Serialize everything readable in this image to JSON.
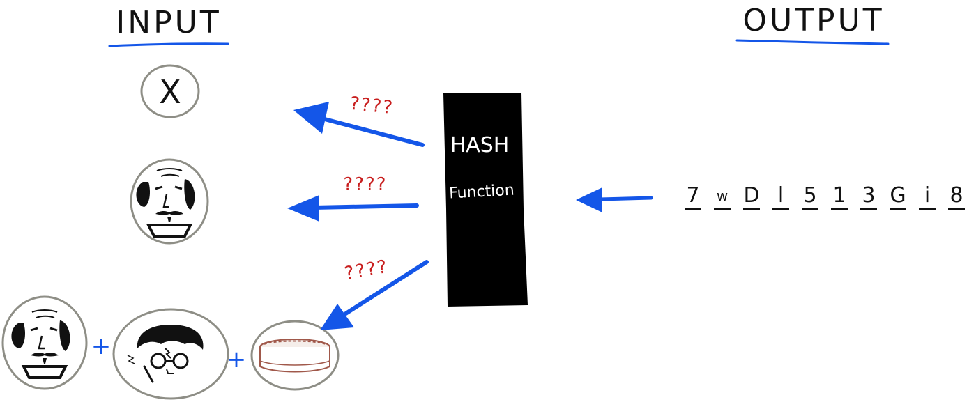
{
  "headings": {
    "input": "INPUT",
    "output": "OUTPUT"
  },
  "hash_box": {
    "line1": "HASH",
    "line2": "Function"
  },
  "question_marks": [
    "????",
    "????",
    "????"
  ],
  "plus_signs": [
    "+",
    "+"
  ],
  "output_chars": [
    "7",
    "w",
    "D",
    "l",
    "5",
    "1",
    "3",
    "G",
    "i",
    "8"
  ],
  "input_items": [
    {
      "kind": "letter",
      "text": "X"
    },
    {
      "kind": "portrait"
    },
    {
      "kind": "combo",
      "parts": [
        "portrait",
        "boy-wizard",
        "cake"
      ]
    }
  ],
  "colors": {
    "arrow": "#1456e8",
    "underline": "#1456e8",
    "question": "#c81e1e",
    "box": "#000000",
    "box_text": "#ffffff",
    "circle_stroke": "#8e8e86",
    "ink": "#111111",
    "cake": "#a0584a"
  }
}
